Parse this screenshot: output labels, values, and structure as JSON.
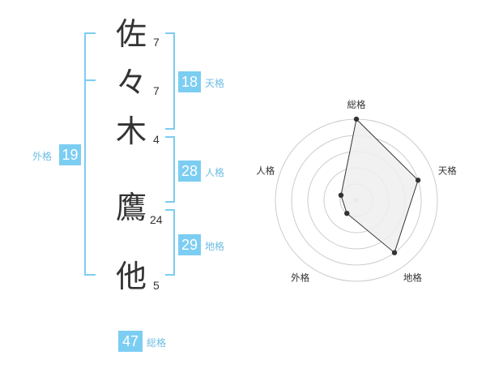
{
  "name": {
    "chars": [
      {
        "char": "佐",
        "strokes": "7"
      },
      {
        "char": "々",
        "strokes": "7"
      },
      {
        "char": "木",
        "strokes": "4"
      },
      {
        "char": "鷹",
        "strokes": "24"
      },
      {
        "char": "他",
        "strokes": "5"
      }
    ]
  },
  "kaku": {
    "tenkaku": {
      "value": "18",
      "label": "天格"
    },
    "jinkaku": {
      "value": "28",
      "label": "人格"
    },
    "chikaku": {
      "value": "29",
      "label": "地格"
    },
    "gaikaku": {
      "value": "19",
      "label": "外格"
    },
    "soukaku": {
      "value": "47",
      "label": "総格"
    }
  },
  "colors": {
    "accent": "#7ccdf2",
    "text": "#333333",
    "grid": "#cccccc",
    "fill": "#eeeeee"
  },
  "chart_data": {
    "type": "radar",
    "axes": [
      "総格",
      "天格",
      "地格",
      "外格",
      "人格"
    ],
    "values": [
      5,
      4,
      4,
      1,
      1
    ],
    "max": 5,
    "rings": 5
  }
}
